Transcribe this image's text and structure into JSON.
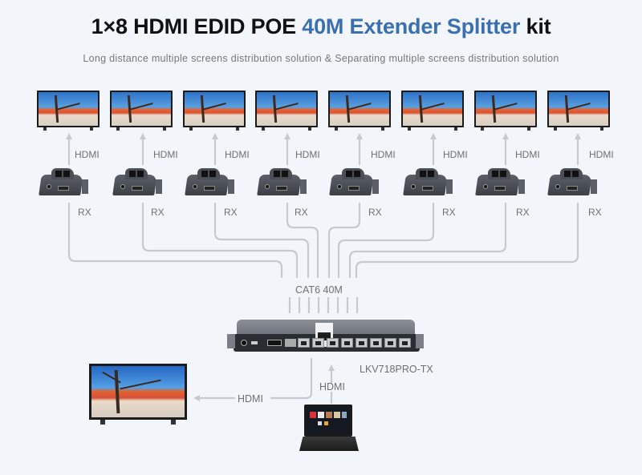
{
  "title": {
    "prefix": "1×8 HDMI EDID POE",
    "accent": "40M Extender Splitter",
    "suffix": "kit",
    "accent_color": "#3b6fb0"
  },
  "subtitle": "Long distance multiple screens distribution solution & Separating multiple screens distribution solution",
  "receivers": [
    {
      "tv_label": "HDMI",
      "rx_label": "RX"
    },
    {
      "tv_label": "HDMI",
      "rx_label": "RX"
    },
    {
      "tv_label": "HDMI",
      "rx_label": "RX"
    },
    {
      "tv_label": "HDMI",
      "rx_label": "RX"
    },
    {
      "tv_label": "HDMI",
      "rx_label": "RX"
    },
    {
      "tv_label": "HDMI",
      "rx_label": "RX"
    },
    {
      "tv_label": "HDMI",
      "rx_label": "RX"
    },
    {
      "tv_label": "HDMI",
      "rx_label": "RX"
    }
  ],
  "cable_label": "CAT6 40M",
  "transmitter": {
    "model": "LKV718PRO-TX"
  },
  "local_output": {
    "label": "HDMI"
  },
  "source_input": {
    "label": "HDMI"
  },
  "colors": {
    "wire": "#c5cad1",
    "background": "#f2f6fb",
    "text": "#6f6f6f"
  }
}
